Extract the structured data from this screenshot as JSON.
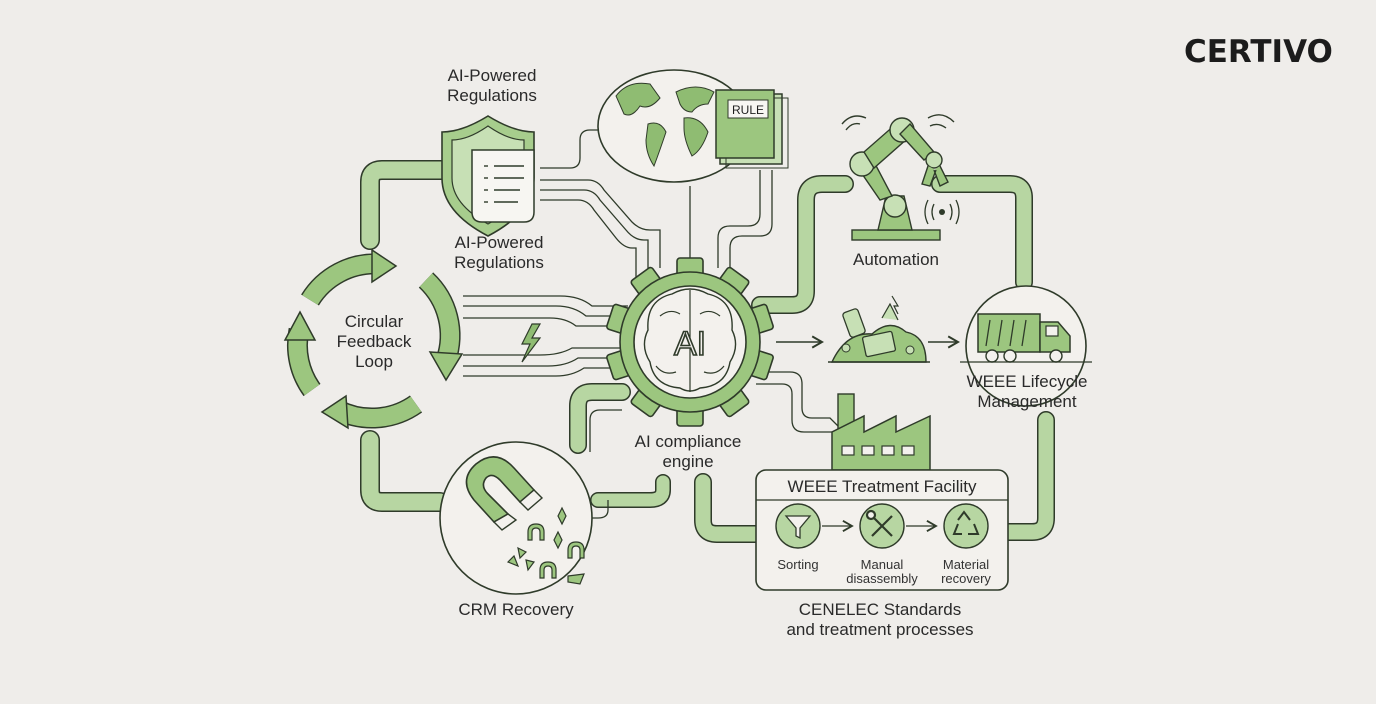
{
  "brand": {
    "logo_text": "CERTIVO"
  },
  "nodes": {
    "ai_regulations_top": [
      "AI-Powered",
      "Regulations"
    ],
    "ai_regulations_mid": [
      "AI-Powered",
      "Regulations"
    ],
    "feedback_loop": [
      "Circular",
      "Feedback",
      "Loop"
    ],
    "engine_glyph": "AI",
    "engine": [
      "AI compliance",
      "engine"
    ],
    "automation": "Automation",
    "weee_lifecycle": [
      "WEEE Lifecycle",
      "Management"
    ],
    "crm_recovery": "CRM Recovery",
    "rule_book": "RULE",
    "facility": {
      "title": "WEEE Treatment Facility",
      "steps": [
        {
          "label": [
            "Sorting"
          ],
          "icon": "funnel-icon"
        },
        {
          "label": [
            "Manual",
            "disassembly"
          ],
          "icon": "wrench-screwdriver-icon"
        },
        {
          "label": [
            "Material",
            "recovery"
          ],
          "icon": "recycle-icon"
        }
      ]
    },
    "standards": [
      "CENELEC Standards",
      "and treatment processes"
    ]
  },
  "colors": {
    "background": "#efedea",
    "accent": "#8fbc72",
    "accent_light": "#b7d6a2",
    "line": "#2f3b2a"
  }
}
